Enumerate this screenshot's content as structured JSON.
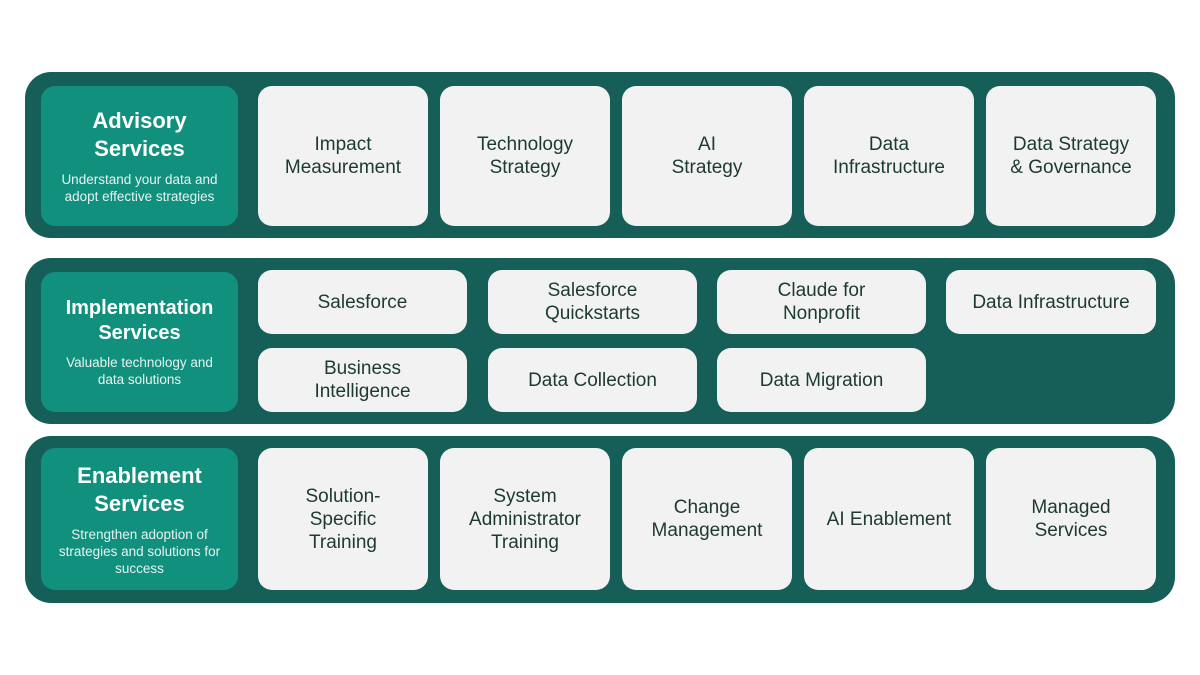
{
  "sections": [
    {
      "title": "Advisory\nServices",
      "subtitle": "Understand your data and adopt effective strategies",
      "items": [
        "Impact\nMeasurement",
        "Technology\nStrategy",
        "AI\nStrategy",
        "Data\nInfrastructure",
        "Data Strategy\n& Governance"
      ]
    },
    {
      "title": "Implementation\nServices",
      "subtitle": "Valuable technology and data solutions",
      "items": [
        "Salesforce",
        "Salesforce\nQuickstarts",
        "Claude for\nNonprofit",
        "Data Infrastructure",
        "Business\nIntelligence",
        "Data Collection",
        "Data Migration"
      ]
    },
    {
      "title": "Enablement\nServices",
      "subtitle": "Strengthen adoption of strategies and solutions for success",
      "items": [
        "Solution-\nSpecific\nTraining",
        "System\nAdministrator\nTraining",
        "Change\nManagement",
        "AI Enablement",
        "Managed\nServices"
      ]
    }
  ],
  "colors": {
    "band": "#155f58",
    "label": "#12907e",
    "card": "#f2f2f2",
    "text": "#1d3a30"
  }
}
